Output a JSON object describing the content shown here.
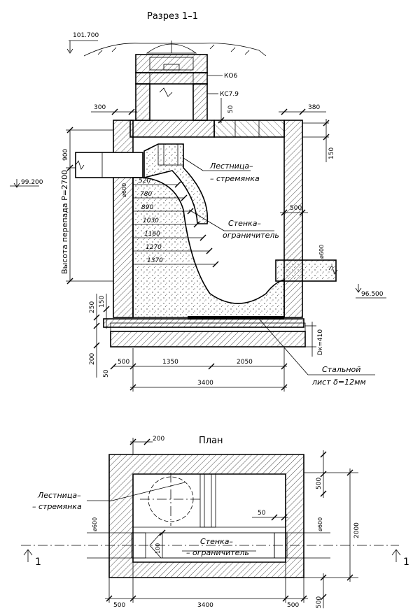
{
  "section": {
    "title": "Разрез 1–1",
    "ground_elevation": "101.700",
    "ring_label_top": "КО6",
    "ring_label_bottom": "КС7.9",
    "dims": {
      "wall_left_top": "300",
      "wall_right_top": "380",
      "slab_thickness": "50",
      "top_height": "150",
      "inlet_height": "900",
      "drop_height_label": "Высота перепада Р=2700",
      "right_wall": "500",
      "bottom_250": "250",
      "bottom_150": "150",
      "base_200": "200",
      "base_50": "50",
      "left_500": "500",
      "span_1350": "1350",
      "span_2050": "2050",
      "total": "3400"
    },
    "inlet_pipe": "ø600",
    "outlet_pipe": "ø600",
    "inlet_elevation": "99.200",
    "outlet_elevation": "96.500",
    "ladder_label_1": "Лестница–",
    "ladder_label_2": "– стремянка",
    "limiter_label_1": "Стенка–",
    "limiter_label_2": "ограничитель",
    "profile_offsets": [
      "520",
      "780",
      "890",
      "1030",
      "1160",
      "1270",
      "1370"
    ],
    "dk_label": "Dк=410",
    "steel_label_1": "Стальной",
    "steel_label_2": "лист δ=12мм"
  },
  "plan": {
    "title": "План",
    "dims": {
      "top_wall": "200",
      "right_500_top": "500",
      "overall_width": "2000",
      "step_50": "50",
      "depth_100": "100",
      "left_500": "500",
      "total_3400": "3400",
      "right_500": "500",
      "right_500_bottom": "500"
    },
    "pipe_left": "ø600",
    "pipe_right": "ø600",
    "ladder_label_1": "Лестница–",
    "ladder_label_2": "– стремянка",
    "limiter_label_1": "Стенка–",
    "limiter_label_2": "– ограничитель",
    "section_mark_left": "1",
    "section_mark_right": "1"
  }
}
